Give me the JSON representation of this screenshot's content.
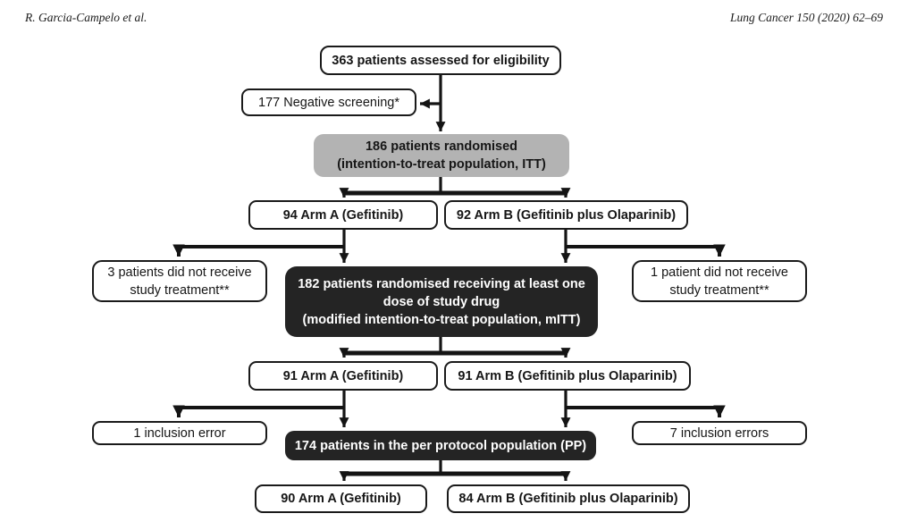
{
  "header": {
    "left": "R. Garcia-Campelo et al.",
    "right": "Lung Cancer 150 (2020) 62–69"
  },
  "colors": {
    "line": "#141414",
    "box_border": "#1a1a1a",
    "itt_fill": "#b3b3b3",
    "dark_fill": "#242424",
    "dark_text": "#ffffff"
  },
  "flow": {
    "eligibility": {
      "lines": [
        "363 patients assessed for eligibility"
      ]
    },
    "negative_screening": {
      "lines": [
        "177 Negative screening*"
      ]
    },
    "itt": {
      "lines": [
        "186 patients randomised",
        "(intention-to-treat population, ITT)"
      ]
    },
    "arm_a_itt": {
      "lines": [
        "94 Arm A (Gefitinib)"
      ]
    },
    "arm_b_itt": {
      "lines": [
        "92 Arm B (Gefitinib plus Olaparinib)"
      ]
    },
    "no_treatment_a": {
      "lines": [
        "3 patients did not receive",
        "study treatment**"
      ]
    },
    "mitt": {
      "lines": [
        "182 patients randomised receiving at least one",
        "dose of study drug",
        "(modified intention-to-treat population, mITT)"
      ]
    },
    "no_treatment_b": {
      "lines": [
        "1 patient did not receive",
        "study treatment**"
      ]
    },
    "arm_a_mitt": {
      "lines": [
        "91 Arm A (Gefitinib)"
      ]
    },
    "arm_b_mitt": {
      "lines": [
        "91 Arm B (Gefitinib plus Olaparinib)"
      ]
    },
    "inclusion_error_a": {
      "lines": [
        "1 inclusion error"
      ]
    },
    "pp": {
      "lines": [
        "174 patients in the per protocol population (PP)"
      ]
    },
    "inclusion_error_b": {
      "lines": [
        "7 inclusion errors"
      ]
    },
    "arm_a_pp": {
      "lines": [
        "90 Arm A (Gefitinib)"
      ]
    },
    "arm_b_pp": {
      "lines": [
        "84 Arm B (Gefitinib plus Olaparinib)"
      ]
    }
  }
}
